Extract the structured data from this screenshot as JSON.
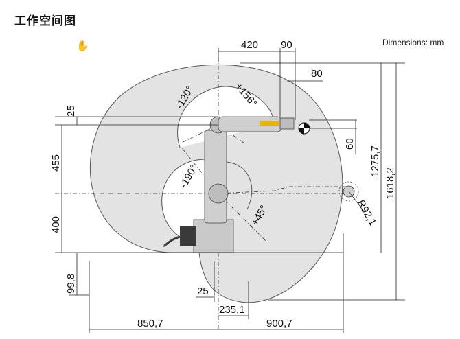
{
  "title": "工作空间图",
  "units_label": "Dimensions: mm",
  "colors": {
    "envelope_fill": "#e3e3e3",
    "envelope_stroke": "#555555",
    "robot_body": "#c9c9c9",
    "robot_dark": "#3a3a3a",
    "flange_accent": "#e8b400",
    "dimension_line": "#222222"
  },
  "cursor_icon": "hand-pointer-icon",
  "dimensions": {
    "top_a": "420",
    "top_b": "90",
    "top_c": "80",
    "left_a": "25",
    "left_b": "455",
    "left_c": "400",
    "left_d": "99,8",
    "right_a": "60",
    "right_b": "1275,7",
    "right_c": "1618,2",
    "radius": "R92,1",
    "bottom_a": "25",
    "bottom_b": "235,1",
    "bottom_c": "850,7",
    "bottom_d": "900,7"
  },
  "angles": {
    "a1": "-120°",
    "a2": "+156°",
    "a3": "-190°",
    "a4": "+45°"
  }
}
